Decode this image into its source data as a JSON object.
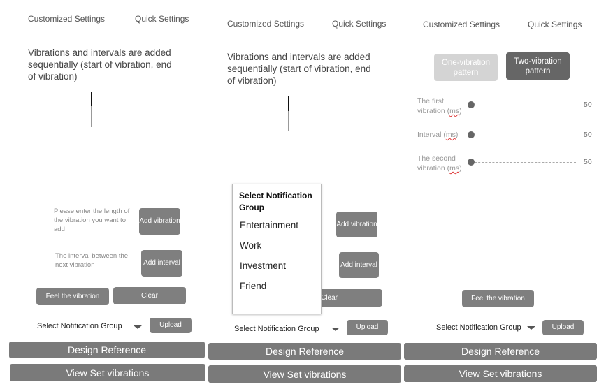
{
  "tabs": {
    "customized": "Customized Settings",
    "quick": "Quick Settings"
  },
  "description": "Vibrations and intervals are added sequentially (start of vibration, end of vibration)",
  "inputs": {
    "length_placeholder": "Please enter the length of the vibration you want to add",
    "interval_placeholder": "The interval between the next vibration"
  },
  "buttons": {
    "add_vibration": "Add vibration",
    "add_interval": "Add interval",
    "feel_vibration": "Feel the vibration",
    "clear": "Clear",
    "upload": "Upload",
    "one_vibration": "One-vibration pattern",
    "two_vibration": "Two-vibration pattern"
  },
  "notification_group_label": "Select Notification Group",
  "dropdown": {
    "title": "Select Notification Group",
    "items": [
      "Entertainment",
      "Work",
      "Investment",
      "Friend"
    ]
  },
  "sliders": [
    {
      "label_a": "The first",
      "label_b": "vibration",
      "unit": "ms",
      "value": "50"
    },
    {
      "label_a": "",
      "label_b": "Interval",
      "unit": "ms",
      "value": "50"
    },
    {
      "label_a": "The second",
      "label_b": "vibration",
      "unit": "ms",
      "value": "50"
    }
  ],
  "footer": {
    "design_reference": "Design Reference",
    "view_set": "View Set vibrations"
  },
  "colors": {
    "button": "#7f7f7f",
    "button_light": "#d4d4d4",
    "button_dark": "#666666",
    "bar": "#7a7a7a"
  }
}
